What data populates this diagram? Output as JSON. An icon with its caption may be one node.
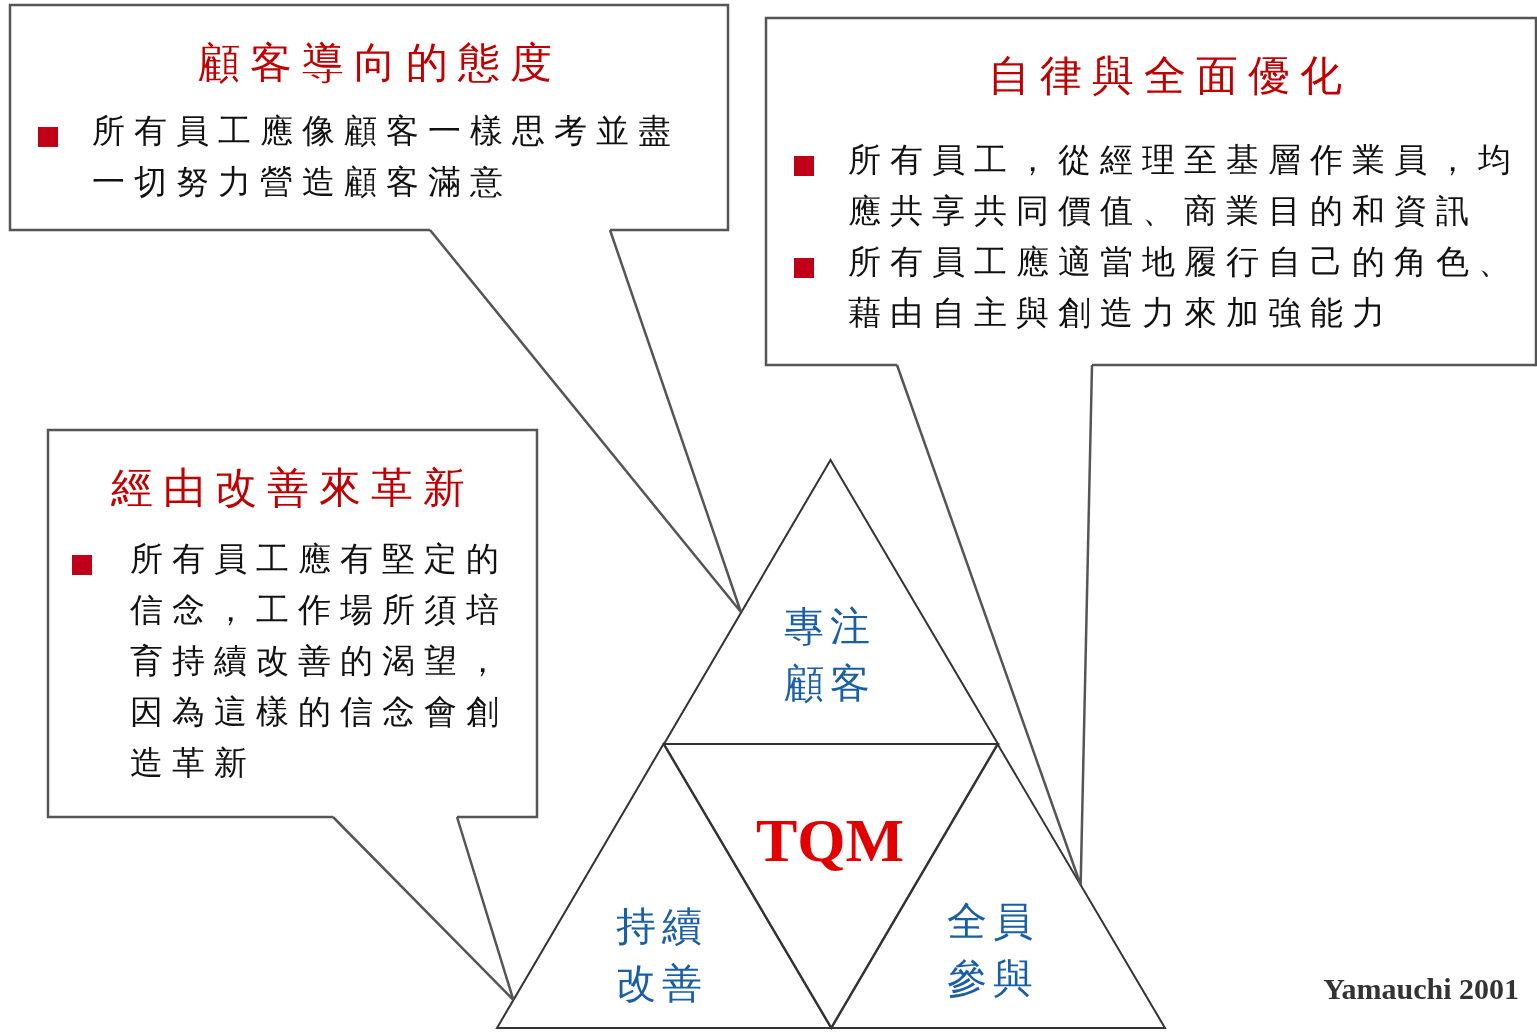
{
  "diagram": {
    "nodes": [
      {
        "text": [
          "顧客導向的態度",
          "所有員工應像顧客一樣思考並盡一切努力營造顧客滿意"
        ]
      },
      {
        "text": [
          "自律與全面優化",
          "所有員工，從經理至基層作業員，均應共享共同價值、商業目的和資訊",
          "所有員工應適當地履行自己的角色、藉由自主與創造力來加強能力"
        ]
      },
      {
        "text": [
          "經由改善來革新",
          "所有員工應有堅定的信念，工作場所須培育持續改善的渴望，因為這樣的信念會創造革新"
        ]
      },
      {
        "text": [
          "專注顧客"
        ]
      },
      {
        "text": [
          "TQM"
        ]
      },
      {
        "text": [
          "持續改善"
        ]
      },
      {
        "text": [
          "全員參與"
        ]
      }
    ],
    "edges": [
      {
        "from": 0,
        "to": 3,
        "arrow": "none"
      },
      {
        "from": 1,
        "to": 6,
        "arrow": "none"
      },
      {
        "from": 2,
        "to": 5,
        "arrow": "none"
      }
    ],
    "labels": [
      "Yamauchi 2001"
    ]
  }
}
